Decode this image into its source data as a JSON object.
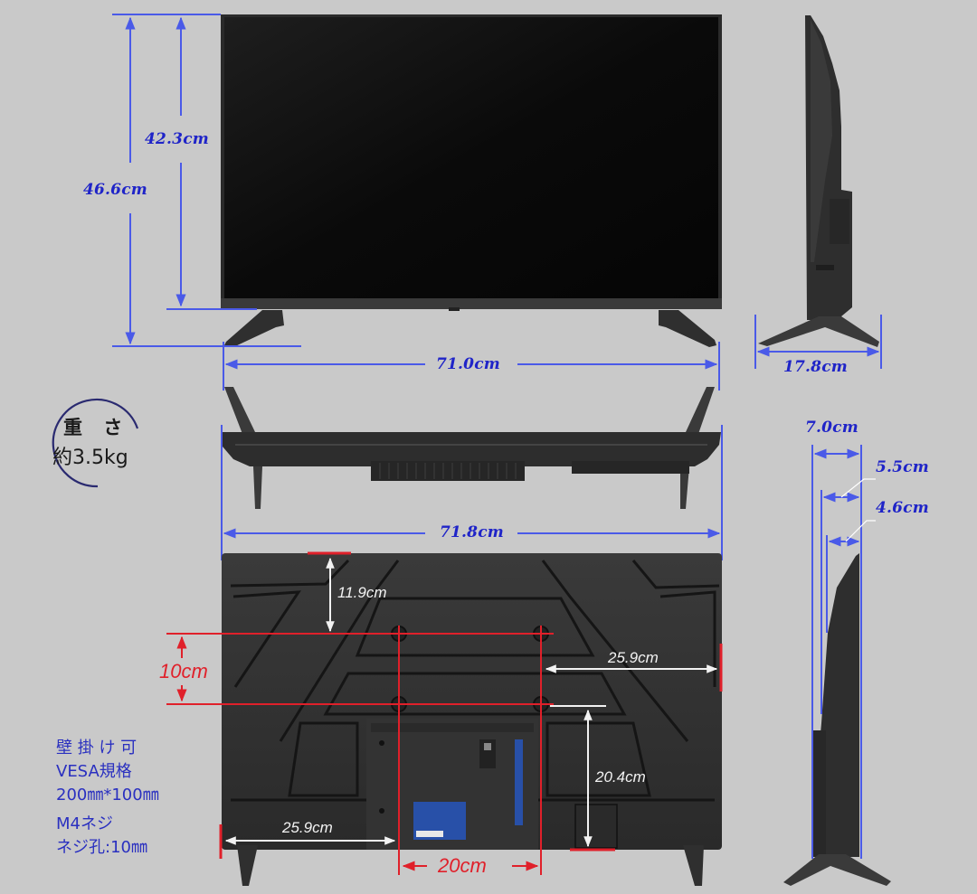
{
  "diagram": {
    "subject": "LCD TV dimension diagram",
    "colors": {
      "background": "#c9c9c9",
      "dimension_blue": "#1f24c8",
      "dimension_line_blue": "#4a5ae8",
      "vesa_red": "#e0202a",
      "annotation_white": "#f2f2f2",
      "tv_body": "#2b2b2b"
    },
    "front_view": {
      "total_height": "46.6cm",
      "panel_height": "42.3cm",
      "stand_width": "71.0cm"
    },
    "side_view_top": {
      "stand_depth": "17.8cm"
    },
    "top_view": {
      "overall_width": "71.8cm"
    },
    "side_view_bottom": {
      "depth_max": "7.0cm",
      "depth_mid": "5.5cm",
      "depth_min": "4.6cm"
    },
    "weight_badge": {
      "line1": "重 さ",
      "line2": "約3.5kg"
    },
    "rear_view": {
      "top_to_mount": "11.9cm",
      "vesa_vertical": "10cm",
      "mount_to_right_edge": "25.9cm",
      "mount_to_bottom": "20.4cm",
      "left_edge_to_mount": "25.9cm",
      "vesa_horizontal": "20cm"
    },
    "vesa_notes": {
      "line1": "壁 掛 け 可",
      "line2": "VESA規格",
      "line3": "200㎜*100㎜",
      "line4": "M4ネジ",
      "line5": "ネジ孔:10㎜"
    }
  }
}
